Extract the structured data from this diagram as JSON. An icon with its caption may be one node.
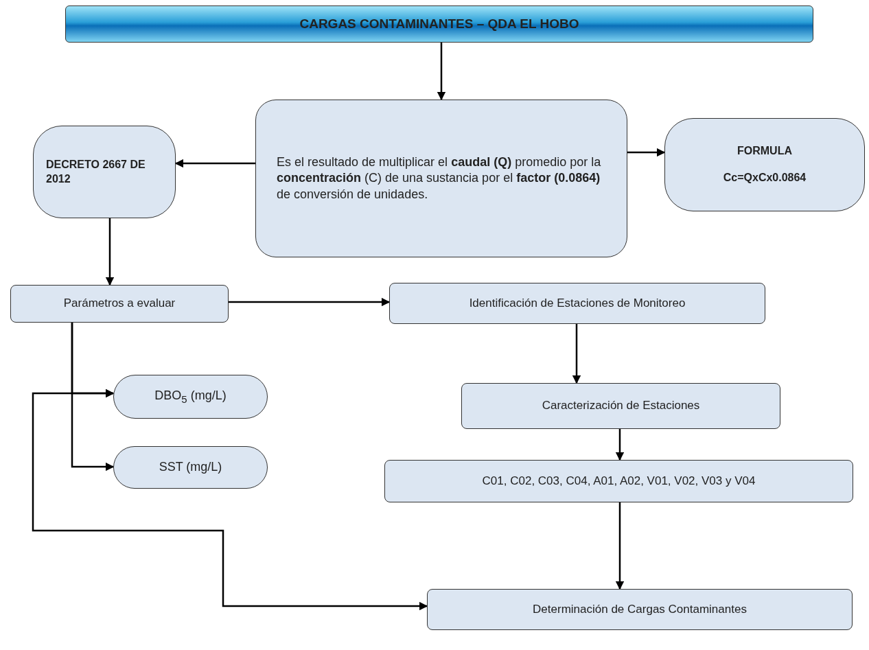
{
  "diagram": {
    "nodes": [
      {
        "text": [
          "CARGAS CONTAMINANTES – QDA EL HOBO"
        ]
      },
      {
        "text": [
          "DECRETO 2667 DE 2012"
        ]
      },
      {
        "text": [
          "Es el resultado de multiplicar el **caudal (Q)** promedio por la **concentración** (C) de una sustancia por el **factor (0.0864)** de conversión de unidades."
        ]
      },
      {
        "text": [
          "FORMULA",
          "Cc=QxCx0.0864"
        ]
      },
      {
        "text": [
          "Parámetros a evaluar"
        ]
      },
      {
        "text": [
          "Identificación de Estaciones de Monitoreo"
        ]
      },
      {
        "text": [
          "DBO$_{5}$ (mg/L)"
        ]
      },
      {
        "text": [
          "SST (mg/L)"
        ]
      },
      {
        "text": [
          "Caracterización de Estaciones"
        ]
      },
      {
        "text": [
          "C01, C02, C03, C04, A01, A02, V01, V02, V03 y V04"
        ]
      },
      {
        "text": [
          "Determinación de Cargas Contaminantes"
        ]
      }
    ],
    "edges": [
      {
        "from": 0,
        "to": 2,
        "arrow": "to"
      },
      {
        "from": 2,
        "to": 1,
        "arrow": "to"
      },
      {
        "from": 2,
        "to": 3,
        "arrow": "to"
      },
      {
        "from": 1,
        "to": 4,
        "arrow": "to"
      },
      {
        "from": 4,
        "to": 5,
        "arrow": "to"
      },
      {
        "from": 4,
        "to": 6,
        "arrow": "to"
      },
      {
        "from": 4,
        "to": 7,
        "arrow": "to"
      },
      {
        "from": 5,
        "to": 8,
        "arrow": "to"
      },
      {
        "from": 8,
        "to": 9,
        "arrow": "to"
      },
      {
        "from": 9,
        "to": 10,
        "arrow": "to"
      },
      {
        "from": 6,
        "to": 10,
        "arrow": "both"
      }
    ]
  }
}
